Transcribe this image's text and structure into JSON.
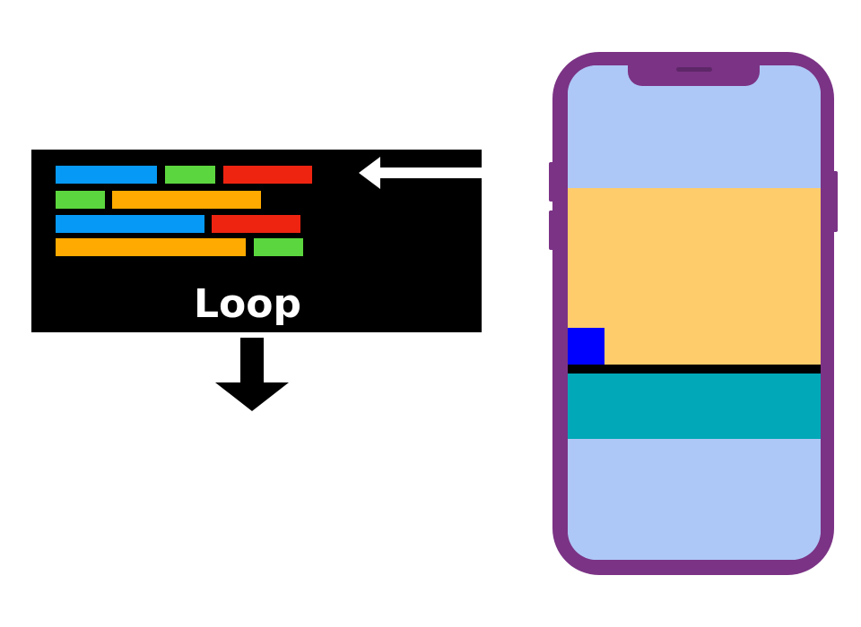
{
  "diagram": {
    "loop_label": "Loop",
    "code_bar_colors": {
      "blue": "#0699F6",
      "green": "#5CD63E",
      "red": "#EE2411",
      "orange": "#FFAA00"
    },
    "code_lines": [
      [
        "blue",
        "green",
        "red"
      ],
      [
        "green",
        "orange"
      ],
      [
        "blue",
        "red"
      ],
      [
        "orange",
        "green"
      ]
    ],
    "arrows": [
      "input-arrow-left",
      "output-arrow-down"
    ]
  },
  "phone": {
    "frame_color": "#7B3385",
    "screen_color": "#ADC8F6",
    "scene": {
      "sky_color": "#ADC8F6",
      "band_color": "#FFCC6B",
      "ground_line_color": "#000000",
      "ground_color": "#00A8B8",
      "player_color": "#0000FF"
    }
  }
}
